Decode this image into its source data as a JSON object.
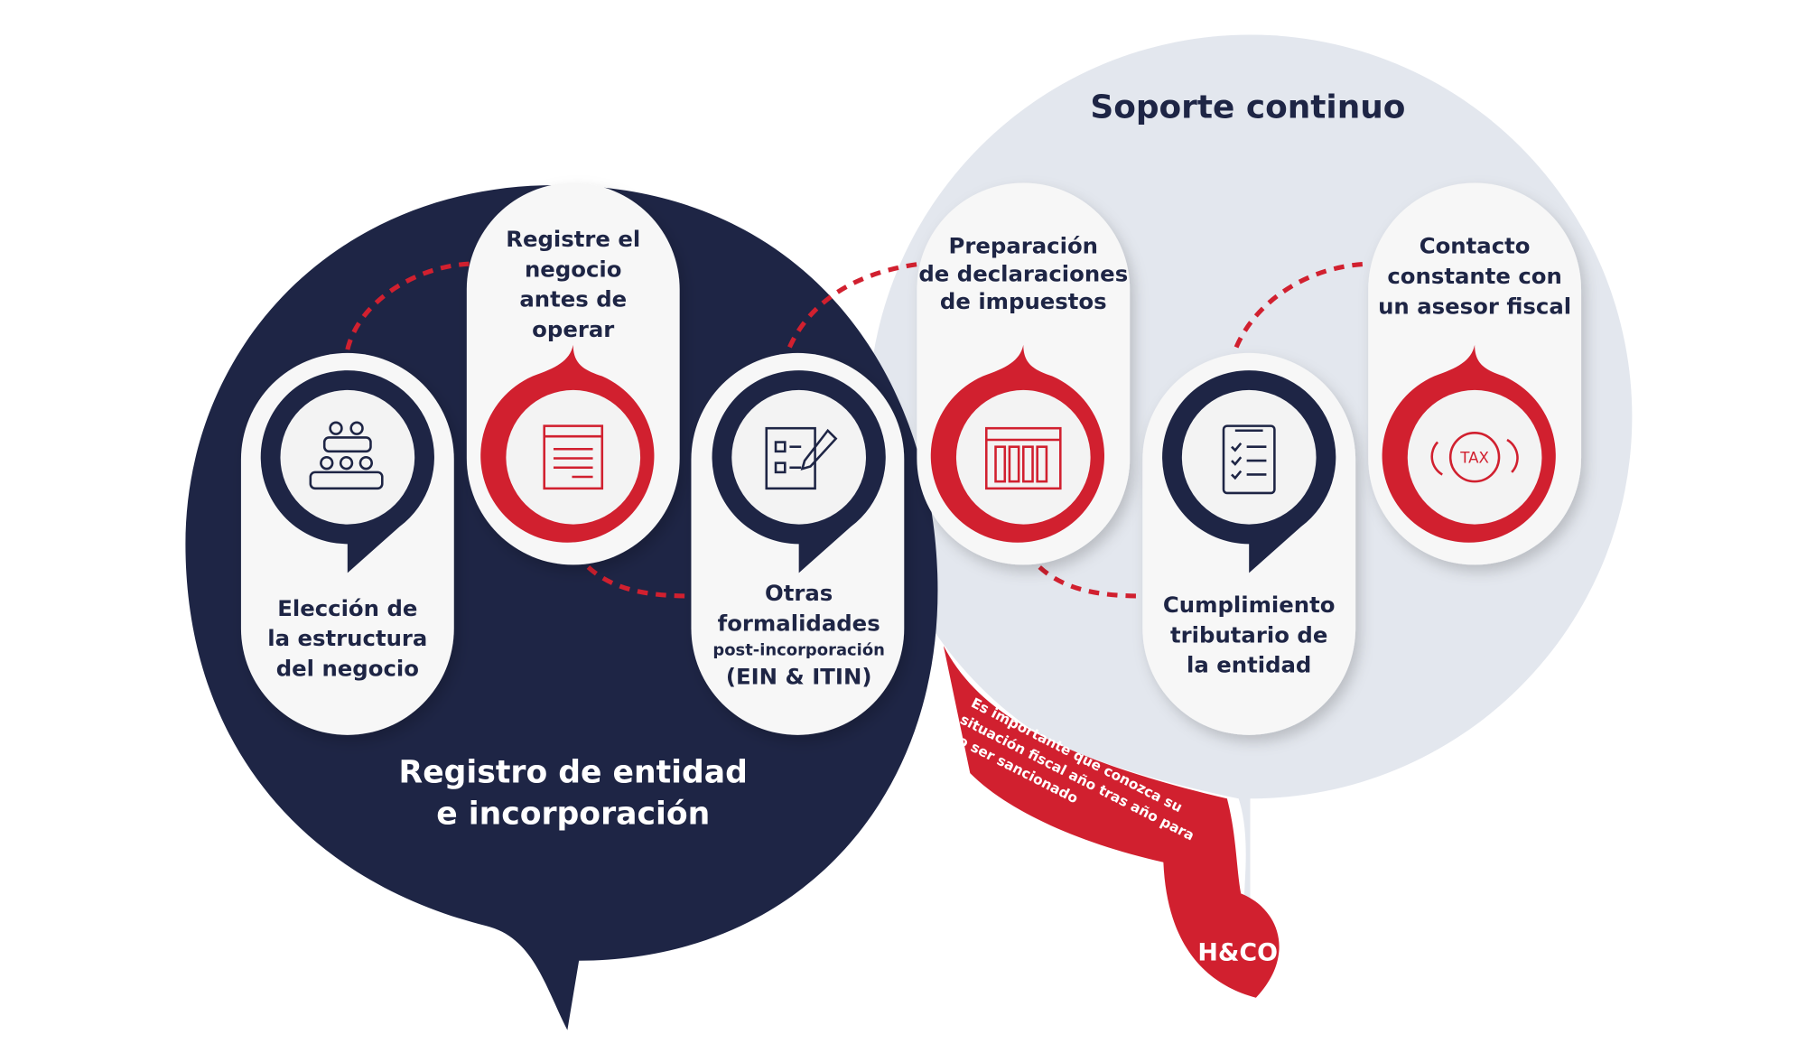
{
  "colors": {
    "navy": "#1e2545",
    "red": "#d1202f",
    "light": "#e3e7ee",
    "pill": "#f7f7f7"
  },
  "sections": {
    "support_title": "Soporte continuo",
    "registration_title": [
      "Registro de entidad",
      "e incorporación"
    ]
  },
  "steps": [
    {
      "lines": [
        "Elección de",
        "la estructura",
        "del negocio"
      ],
      "icon": "people-icon"
    },
    {
      "lines": [
        "Registre el",
        "negocio",
        "antes de",
        "operar"
      ],
      "icon": "document-icon"
    },
    {
      "lines": [
        "Otras",
        "formalidades",
        "post-incorporación",
        "(EIN & ITIN)"
      ],
      "icon": "form-edit-icon"
    },
    {
      "lines": [
        "Preparación",
        "de declaraciones",
        "de impuestos"
      ],
      "icon": "columns-window-icon"
    },
    {
      "lines": [
        "Cumplimiento",
        "tributario de",
        "la entidad"
      ],
      "icon": "checklist-icon"
    },
    {
      "lines": [
        "Contacto",
        "constante con",
        "un asesor fiscal"
      ],
      "icon": "tax-cycle-icon",
      "icon_label": "TAX"
    }
  ],
  "ribbon": {
    "lines": [
      "Es importante que conozca su",
      "situación fiscal año tras año para",
      "no ser sancionado"
    ]
  },
  "logo": "H&CO."
}
